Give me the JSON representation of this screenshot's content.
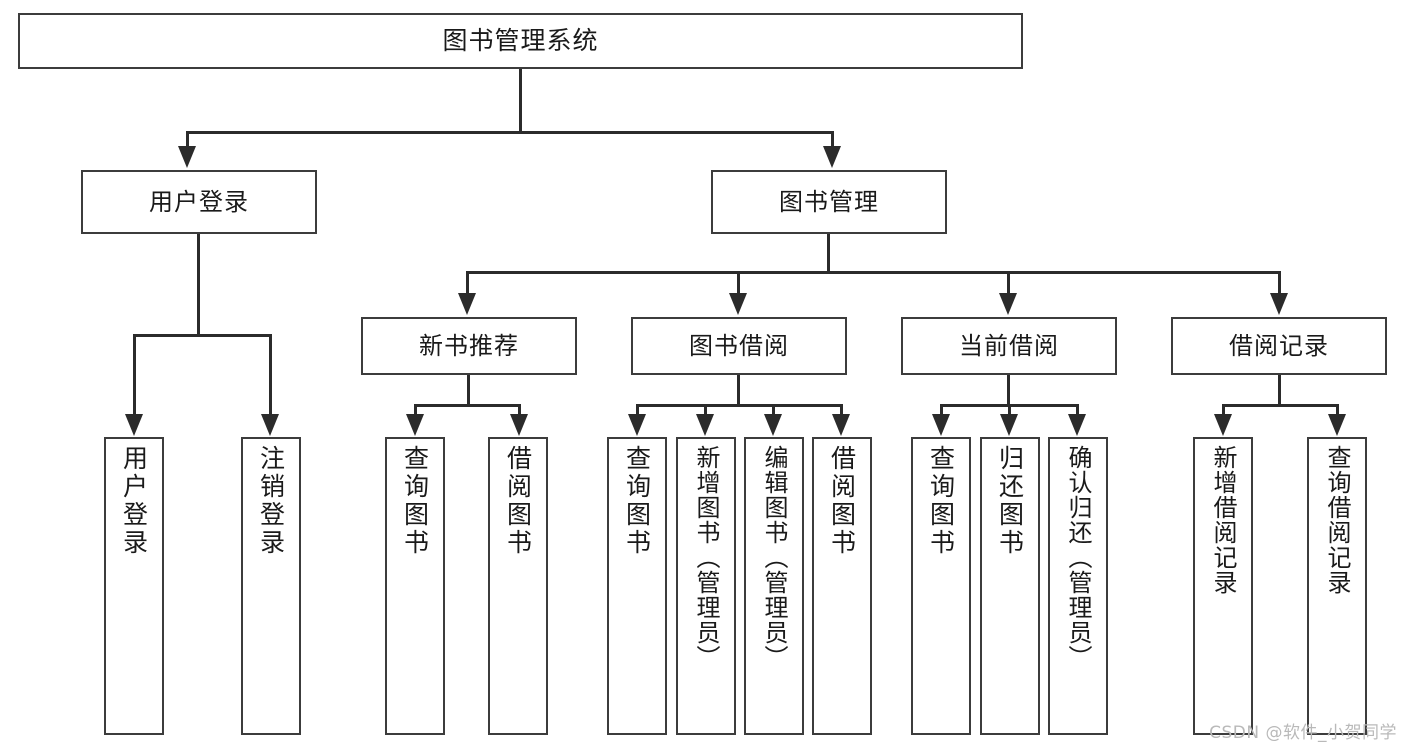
{
  "diagram": {
    "type": "tree-hierarchy-chart",
    "title": "图书管理系统",
    "watermark": "CSDN @软件_小贺同学",
    "colors": {
      "box_border": "#3c3c3c",
      "connector": "#2b2b2b",
      "background": "#ffffff",
      "text": "#1a1a1a",
      "watermark": "#b9b9b9"
    },
    "levels": {
      "root": {
        "label": "图书管理系统"
      },
      "level2": [
        {
          "label": "用户登录"
        },
        {
          "label": "图书管理"
        }
      ],
      "level3": [
        {
          "label": "新书推荐"
        },
        {
          "label": "图书借阅"
        },
        {
          "label": "当前借阅"
        },
        {
          "label": "借阅记录"
        }
      ],
      "leaves": {
        "user_login": [
          {
            "label": "用户登录"
          },
          {
            "label": "注销登录"
          }
        ],
        "new_book_recommend": [
          {
            "label": "查询图书"
          },
          {
            "label": "借阅图书"
          }
        ],
        "book_borrow": [
          {
            "label": "查询图书"
          },
          {
            "label": "新增图书（管理员）"
          },
          {
            "label": "编辑图书（管理员）"
          },
          {
            "label": "借阅图书"
          }
        ],
        "current_borrow": [
          {
            "label": "查询图书"
          },
          {
            "label": "归还图书"
          },
          {
            "label": "确认归还（管理员）"
          }
        ],
        "borrow_record": [
          {
            "label": "新增借阅记录"
          },
          {
            "label": "查询借阅记录"
          }
        ]
      }
    }
  }
}
